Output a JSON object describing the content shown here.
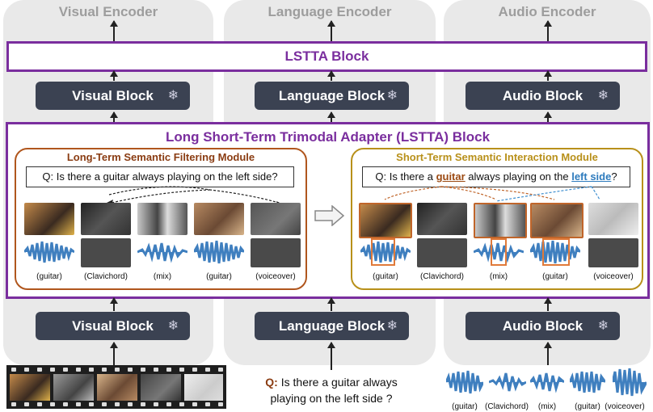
{
  "encoders": {
    "visual": "Visual Encoder",
    "language": "Language Encoder",
    "audio": "Audio Encoder"
  },
  "lstta_block": "LSTTA Block",
  "blocks": {
    "visual": "Visual Block",
    "language": "Language Block",
    "audio": "Audio Block"
  },
  "adapter_title": "Long Short-Term Trimodal Adapter (LSTTA) Block",
  "long_term": {
    "title": "Long-Term Semantic Filtering Module",
    "question": "Q: Is there a guitar always playing on the left side?",
    "captions": [
      "(guitar)",
      "(Clavichord)",
      "(mix)",
      "(guitar)",
      "(voiceover)"
    ]
  },
  "short_term": {
    "title": "Short-Term Semantic Interaction Module",
    "q_prefix": "Q: Is there a ",
    "q_word1": "guitar",
    "q_mid": " always playing on the ",
    "q_word2": "left side",
    "q_suffix": "?",
    "captions": [
      "(guitar)",
      "(Clavichord)",
      "(mix)",
      "(guitar)",
      "(voiceover)"
    ]
  },
  "input_question": {
    "q_label": "Q:",
    "line1": " Is there a guitar always",
    "line2": "playing on the left side ?"
  },
  "audio_captions": [
    "(guitar)",
    "(Clavichord)",
    "(mix)",
    "(guitar)",
    "(voiceover)"
  ],
  "colors": {
    "purple": "#7a2e9e",
    "long_term_border": "#b0561d",
    "short_term_border": "#b8901a",
    "block_bg": "#3b4252",
    "wave": "#3f7fbf"
  },
  "icons": [
    "snowflake-icon",
    "arrow-right-icon",
    "waveform-icon",
    "film-strip-icon"
  ]
}
